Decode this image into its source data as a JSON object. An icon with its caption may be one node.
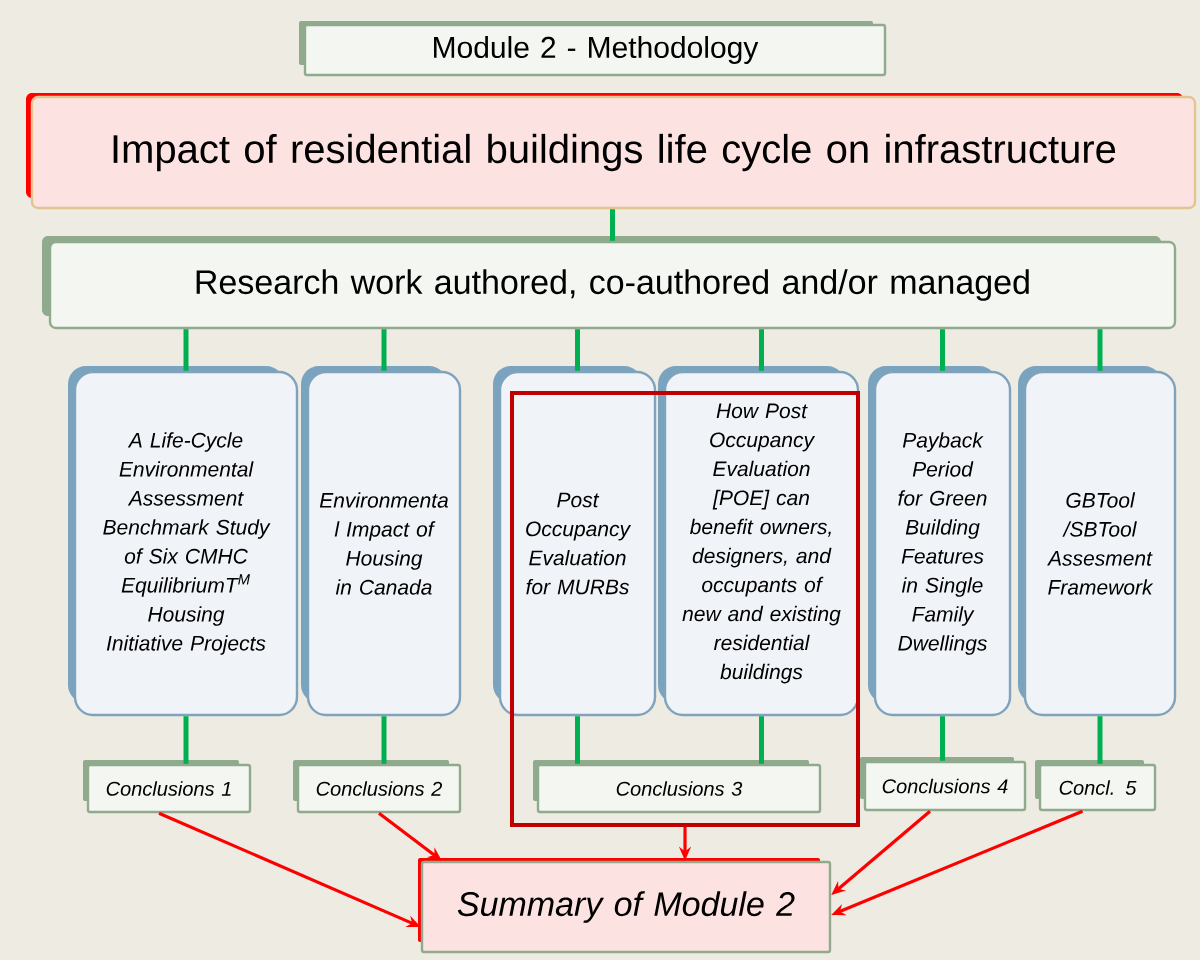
{
  "diagram": {
    "nodes": [
      {
        "text": [
          "Module 2 - Methodology"
        ]
      },
      {
        "text": [
          "Impact of residential buildings life cycle on infrastructure"
        ]
      },
      {
        "text": [
          "Research work authored, co-authored and/or managed"
        ]
      },
      {
        "text": [
          "A Life-Cycle Environmental Assessment Benchmark Study of Six CMHC EquilibriumT$^{M}$ Housing Initiative Projects"
        ]
      },
      {
        "text": [
          "Environmenta l Impact of Housing in Canada"
        ]
      },
      {
        "text": [
          "Post Occupancy Evaluation for MURBs"
        ]
      },
      {
        "text": [
          "How Post Occupancy Evaluation [POE] can benefit owners, designers, and occupants of new and existing residential buildings"
        ]
      },
      {
        "text": [
          "Payback Period for Green Building Features in Single Family Dwellings"
        ]
      },
      {
        "text": [
          "GBTool /SBTool Assesment Framework"
        ]
      },
      {
        "text": [],
        "shape": "box"
      },
      {
        "text": [
          "Conclusions 1"
        ]
      },
      {
        "text": [
          "Conclusions 2"
        ]
      },
      {
        "text": [
          "Conclusions 3"
        ],
        "in": 9
      },
      {
        "text": [
          "Conclusions 4"
        ]
      },
      {
        "text": [
          "Concl. 5"
        ]
      },
      {
        "text": [
          "Summary of Module 2"
        ]
      }
    ],
    "edges": [
      {
        "from": 1,
        "to": 2,
        "arrow": "none"
      },
      {
        "from": 2,
        "to": 3,
        "arrow": "none"
      },
      {
        "from": 2,
        "to": 4,
        "arrow": "none"
      },
      {
        "from": 2,
        "to": 5,
        "arrow": "none"
      },
      {
        "from": 2,
        "to": 6,
        "arrow": "none"
      },
      {
        "from": 2,
        "to": 7,
        "arrow": "none"
      },
      {
        "from": 2,
        "to": 8,
        "arrow": "none"
      },
      {
        "from": 3,
        "to": 10,
        "arrow": "none"
      },
      {
        "from": 4,
        "to": 11,
        "arrow": "none"
      },
      {
        "from": 5,
        "to": 12,
        "arrow": "none"
      },
      {
        "from": 6,
        "to": 12,
        "arrow": "none"
      },
      {
        "from": 7,
        "to": 13,
        "arrow": "none"
      },
      {
        "from": 8,
        "to": 14,
        "arrow": "none"
      },
      {
        "from": 10,
        "to": 15,
        "arrow": "to",
        "color": "#ff0000"
      },
      {
        "from": 11,
        "to": 15,
        "arrow": "to",
        "color": "#ff0000"
      },
      {
        "from": 9,
        "to": 15,
        "arrow": "to",
        "color": "#ff0000"
      },
      {
        "from": 13,
        "to": 15,
        "arrow": "to",
        "color": "#ff0000"
      },
      {
        "from": 14,
        "to": 15,
        "arrow": "to",
        "color": "#ff0000"
      }
    ]
  }
}
